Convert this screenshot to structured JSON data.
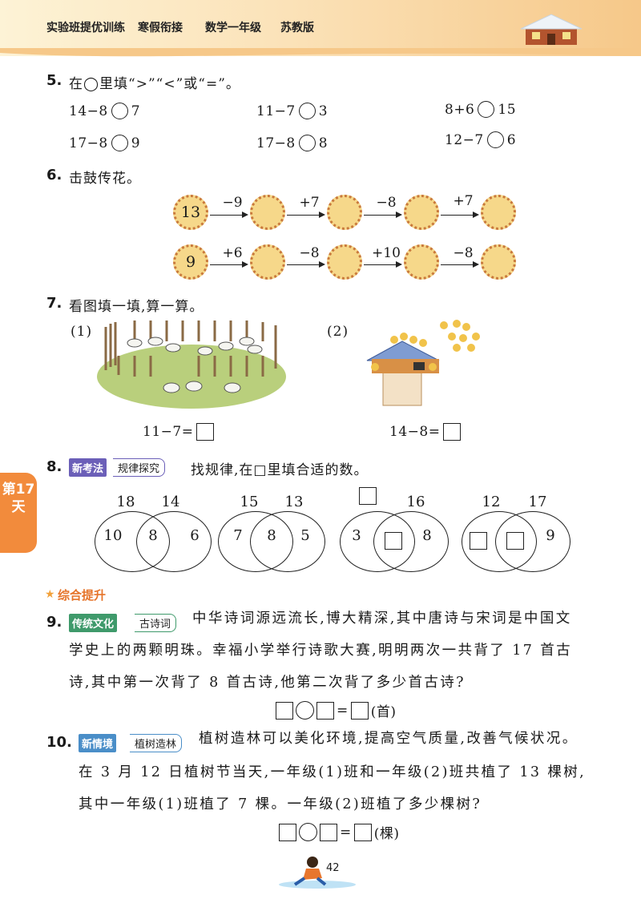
{
  "header": {
    "series": "实验班提优训练",
    "edition": "寒假衔接",
    "subject": "数学一年级",
    "publisher": "苏教版"
  },
  "side_tab": {
    "label": "第17天"
  },
  "q5": {
    "number": "5.",
    "prompt": "在◯里填“>”“<”或“=”。",
    "items": [
      {
        "left": "14−8",
        "right": "7"
      },
      {
        "left": "11−7",
        "right": "3"
      },
      {
        "left": "8+6",
        "right": "15"
      },
      {
        "left": "17−8",
        "right": "9"
      },
      {
        "left": "17−8",
        "right": "8"
      },
      {
        "left": "12−7",
        "right": "6"
      }
    ]
  },
  "q6": {
    "number": "6.",
    "prompt": "击鼓传花。",
    "row1": {
      "start": "13",
      "ops": [
        "−9",
        "+7",
        "−8",
        "+7"
      ]
    },
    "row2": {
      "start": "9",
      "ops": [
        "+6",
        "−8",
        "+10",
        "−8"
      ]
    }
  },
  "q7": {
    "number": "7.",
    "prompt": "看图填一填,算一算。",
    "part1": {
      "label": "(1)",
      "equation": "11−7="
    },
    "part2": {
      "label": "(2)",
      "equation": "14−8="
    }
  },
  "q8": {
    "number": "8.",
    "tag": "新考法",
    "tag_topic": "规律探究",
    "prompt": "找规律,在□里填合适的数。",
    "venns": [
      {
        "top_left": "18",
        "top_right": "14",
        "left": "10",
        "middle": "8",
        "right": "6"
      },
      {
        "top_left": "15",
        "top_right": "13",
        "left": "7",
        "middle": "8",
        "right": "5"
      },
      {
        "top_left": "",
        "top_right": "16",
        "left": "3",
        "middle": "",
        "right": "8"
      },
      {
        "top_left": "12",
        "top_right": "17",
        "left": "",
        "middle": "",
        "right": "9"
      }
    ]
  },
  "section": {
    "title": "综合提升"
  },
  "q9": {
    "number": "9.",
    "tag": "传统文化",
    "tag_topic": "古诗词",
    "line1": "中华诗词源远流长,博大精深,其中唐诗与宋词是中国文",
    "line2": "学史上的两颗明珠。幸福小学举行诗歌大赛,明明两次一共背了 17 首古",
    "line3": "诗,其中第一次背了 8 首古诗,他第二次背了多少首古诗?",
    "unit": "(首)"
  },
  "q10": {
    "number": "10.",
    "tag": "新情境",
    "tag_topic": "植树造林",
    "line1": "植树造林可以美化环境,提高空气质量,改善气候状况。",
    "line2": "在 3 月 12 日植树节当天,一年级(1)班和一年级(2)班共植了 13 棵树,",
    "line3": "其中一年级(1)班植了 7 棵。一年级(2)班植了多少棵树?",
    "unit": "(棵)"
  },
  "page_number": "42"
}
